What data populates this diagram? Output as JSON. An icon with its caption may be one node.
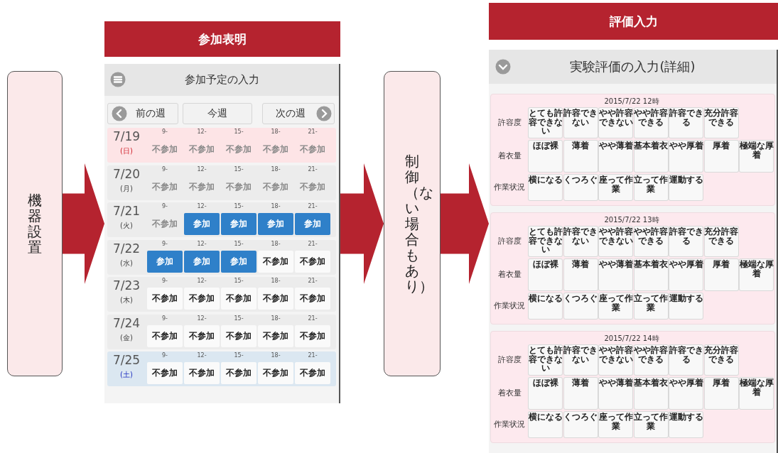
{
  "diagram": {
    "nodes": [
      {
        "text": [
          "機器設置"
        ]
      },
      {
        "text": [
          "参加表明"
        ]
      },
      {
        "text": [
          "制御（ない場合もあり）"
        ]
      },
      {
        "text": [
          "評価入力"
        ]
      }
    ],
    "edges": [
      {
        "from": 0,
        "to": 1,
        "arrow": "to"
      },
      {
        "from": 1,
        "to": 2,
        "arrow": "to"
      },
      {
        "from": 2,
        "to": 3,
        "arrow": "to"
      }
    ],
    "labels": [
      "参加予定の入力",
      "前の週",
      "今週",
      "次の週",
      "7/19",
      "(日)",
      "9-",
      "12-",
      "15-",
      "18-",
      "21-",
      "不参加",
      "不参加",
      "不参加",
      "不参加",
      "不参加",
      "7/20",
      "(月)",
      "9-",
      "12-",
      "15-",
      "18-",
      "21-",
      "不参加",
      "不参加",
      "不参加",
      "不参加",
      "不参加",
      "7/21",
      "(火)",
      "9-",
      "12-",
      "15-",
      "18-",
      "21-",
      "不参加",
      "参加",
      "参加",
      "参加",
      "参加",
      "7/22",
      "(水)",
      "9-",
      "12-",
      "15-",
      "18-",
      "21-",
      "参加",
      "参加",
      "参加",
      "不参加",
      "不参加",
      "7/23",
      "(木)",
      "9-",
      "12-",
      "15-",
      "18-",
      "21-",
      "不参加",
      "不参加",
      "不参加",
      "不参加",
      "不参加",
      "7/24",
      "(金)",
      "9-",
      "12-",
      "15-",
      "18-",
      "21-",
      "不参加",
      "不参加",
      "不参加",
      "不参加",
      "不参加",
      "7/25",
      "(土)",
      "9-",
      "12-",
      "15-",
      "18-",
      "21-",
      "不参加",
      "不参加",
      "不参加",
      "不参加",
      "不参加",
      "実験評価の入力(詳細)",
      "2015/7/22 12時",
      "許容度",
      "とても許容できない",
      "許容できない",
      "やや許容できない",
      "やや許容できる",
      "許容できる",
      "充分許容できる",
      "着衣量",
      "ほぼ裸",
      "薄着",
      "やや薄着",
      "基本着衣",
      "やや厚着",
      "厚着",
      "極端な厚着",
      "作業状況",
      "横になる",
      "くつろぐ",
      "座って作業",
      "立って作業",
      "運動する",
      "2015/7/22 13時",
      "許容度",
      "とても許容できない",
      "許容できない",
      "やや許容できない",
      "やや許容できる",
      "許容できる",
      "充分許容できる",
      "着衣量",
      "ほぼ裸",
      "薄着",
      "やや薄着",
      "基本着衣",
      "やや厚着",
      "厚着",
      "極端な厚着",
      "作業状況",
      "横になる",
      "くつろぐ",
      "座って作業",
      "立って作業",
      "運動する",
      "2015/7/22 14時",
      "許容度",
      "とても許容できない",
      "許容できない",
      "やや許容できない",
      "やや許容できる",
      "許容できる",
      "充分許容できる",
      "着衣量",
      "ほぼ裸",
      "薄着",
      "やや薄着",
      "基本着衣",
      "やや厚着",
      "厚着",
      "極端な厚着",
      "作業状況",
      "横になる",
      "くつろぐ",
      "座って作業",
      "立って作業",
      "運動する"
    ]
  }
}
